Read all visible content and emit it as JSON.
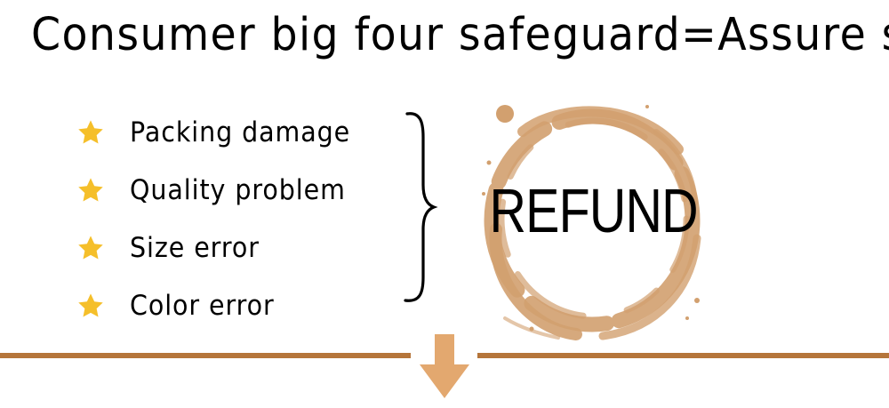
{
  "title": "Consumer big four safeguard=Assure shopping",
  "items": [
    {
      "label": "Packing damage",
      "icon": "star-icon"
    },
    {
      "label": "Quality problem",
      "icon": "star-icon"
    },
    {
      "label": "Size error",
      "icon": "star-icon"
    },
    {
      "label": "Color error",
      "icon": "star-icon"
    }
  ],
  "stamp": {
    "label": "REFUND",
    "color": "#d2a06f"
  },
  "colors": {
    "star": "#f5bf2a",
    "divider": "#b5753a",
    "arrow": "#e3a86f",
    "text": "#000000"
  },
  "icons": {
    "brace": "right-curly-brace-icon",
    "arrow": "down-arrow-icon"
  }
}
